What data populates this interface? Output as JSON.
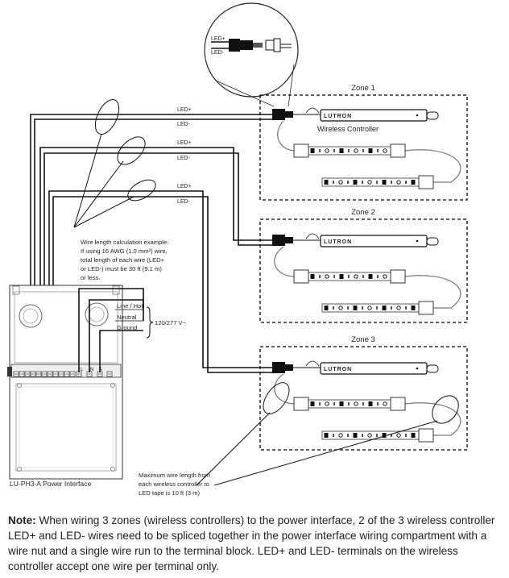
{
  "colors": {
    "ink": "#111111",
    "accent": "#222222",
    "zone_border": "#000000"
  },
  "connector_detail": {
    "pos": "LED+",
    "neg": "LED-"
  },
  "zones": [
    {
      "title": "Zone 1",
      "controller_brand": "LUTRON",
      "controller_label": "Wireless Controller"
    },
    {
      "title": "Zone 2",
      "controller_brand": "LUTRON"
    },
    {
      "title": "Zone 3",
      "controller_brand": "LUTRON"
    }
  ],
  "wire_labels": [
    {
      "pos": "LED+",
      "neg": "LED-"
    },
    {
      "pos": "LED+",
      "neg": "LED-"
    },
    {
      "pos": "LED+",
      "neg": "LED-"
    }
  ],
  "calc_example": [
    "Wire length calculation example:",
    "If using 16 AWG (1.0 mm²) wire,",
    "total length of each wire (LED+",
    "or LED-) must be 30 ft (9.1 m)",
    "or less."
  ],
  "line_labels": {
    "line": "Line / Hot",
    "neutral": "Neutral",
    "ground": "Ground",
    "voltage": "120/277 V~"
  },
  "terminal_labels": [
    "L",
    "N"
  ],
  "power_interface_label": "LU-PH3-A Power Interface",
  "max_wire": [
    "Maximum wire length from",
    "each wireless controller to",
    "LED tape is 10 ft (3 m)"
  ],
  "note": {
    "bold": "Note:",
    "text": " When wiring 3 zones (wireless controllers) to the power interface, 2 of the 3 wireless controller LED+ and LED- wires need to be spliced together in the power interface wiring compartment with a wire nut and a single wire run to the terminal block. LED+ and LED- terminals on the wireless controller accept one wire per terminal only."
  }
}
